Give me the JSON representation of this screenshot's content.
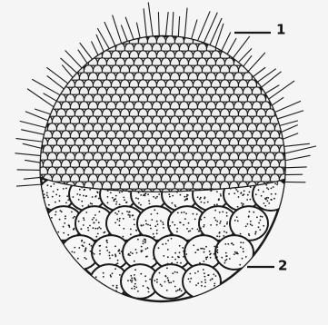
{
  "figure": {
    "labels": [
      {
        "id": "label-1",
        "text": "1"
      },
      {
        "id": "label-2",
        "text": "2"
      }
    ]
  },
  "colors": {
    "background": "#f5f5f5",
    "ink": "#1a1a1a",
    "cell_fill": "#ececec",
    "macromere_fill": "#f7f7f7"
  }
}
